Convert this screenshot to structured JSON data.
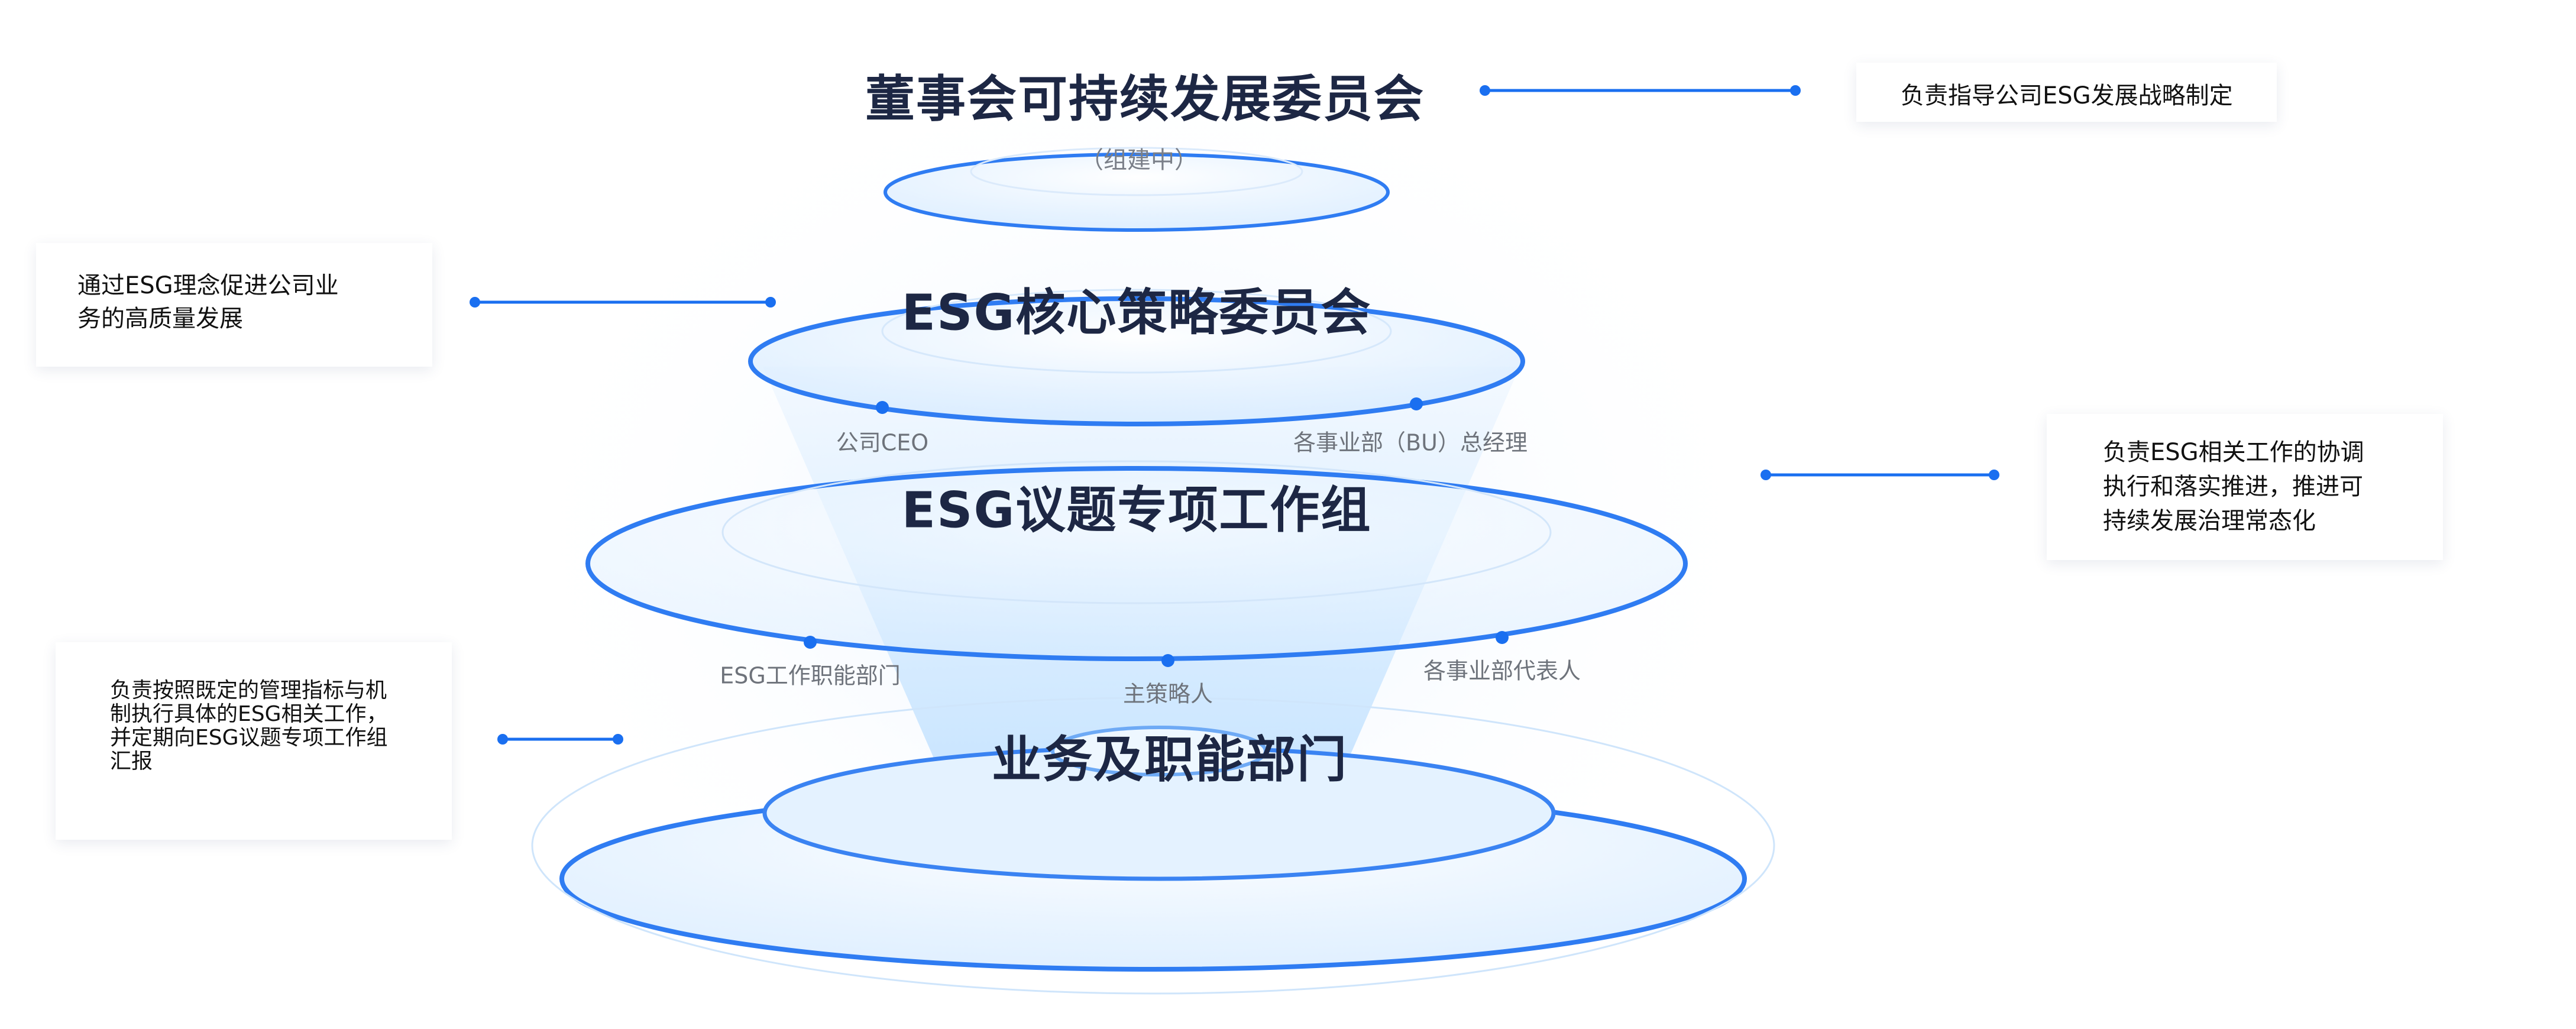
{
  "tiers": [
    {
      "title": "董事会可持续发展委员会",
      "subtitle": "（组建中）"
    },
    {
      "title": "ESG核心策略委员会"
    },
    {
      "title": "ESG议题专项工作组"
    },
    {
      "title": "业务及职能部门"
    }
  ],
  "members": {
    "core": [
      "公司CEO",
      "各事业部（BU）总经理"
    ],
    "working_group": [
      "ESG工作职能部门",
      "主策略人",
      "各事业部代表人"
    ]
  },
  "descriptions": {
    "board": [
      "负责指导公司ESG发展战略制定"
    ],
    "core": [
      "通过ESG理念促进公司业",
      "务的高质量发展"
    ],
    "working_group": [
      "负责ESG相关工作的协调",
      "执行和落实推进，推进可",
      "持续发展治理常态化"
    ],
    "departments": [
      "负责按照既定的管理指标与机",
      "制执行具体的ESG相关工作，",
      "并定期向ESG议题专项工作组",
      "汇报"
    ]
  },
  "colors": {
    "accent": "#1a6ff0",
    "title": "#1d2744",
    "funnel": "#d7ecff"
  }
}
